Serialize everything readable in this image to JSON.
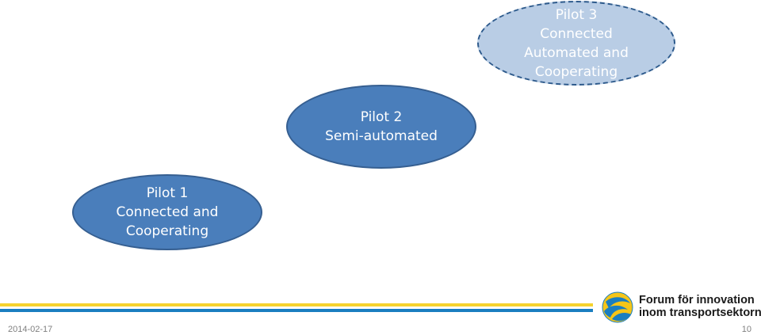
{
  "diagram": {
    "pilots": [
      {
        "lines": [
          "Pilot 1",
          "Connected and",
          "Cooperating"
        ]
      },
      {
        "lines": [
          "Pilot 2",
          "Semi-automated"
        ]
      },
      {
        "lines": [
          "Pilot 3",
          "Connected",
          "Automated and",
          "Cooperating"
        ]
      }
    ]
  },
  "footer": {
    "date": "2014-02-17",
    "page_number": "10",
    "logo_line1": "Forum för innovation",
    "logo_line2": "inom transportsektorn"
  },
  "colors": {
    "pilot_fill": "#4a7ebb",
    "pilot3_fill": "#b9cde5",
    "stripe_yellow": "#f5d22e",
    "stripe_blue": "#1a7ec0"
  }
}
